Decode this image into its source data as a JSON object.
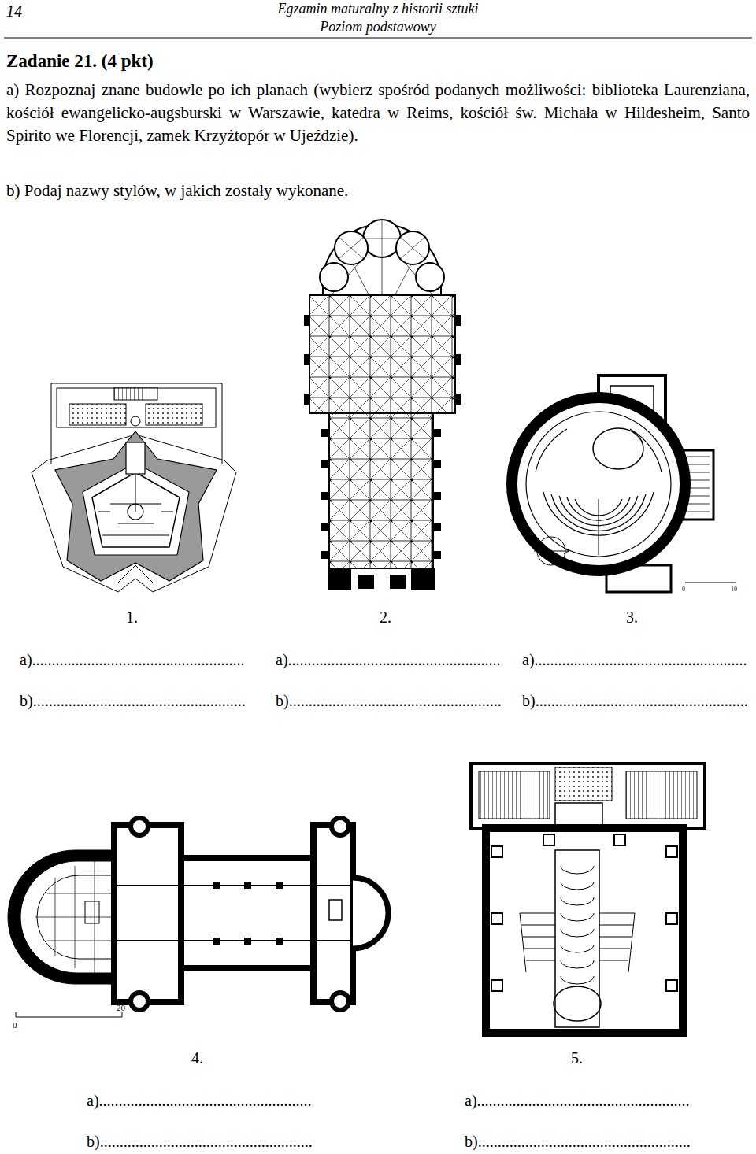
{
  "diagram": {
    "title": "Zadanie 21. (4 pkt)",
    "labels": [
      "14",
      "Egzamin maturalny z historii sztuki",
      "Poziom podstawowy",
      "a) Rozpoznaj znane budowle po ich planach (wybierz spośród podanych możliwości: biblioteka Laurenziana, kościół ewangelicko-augsburski w Warszawie, katedra w Reims, kościół św. Michała w Hildesheim, Santo Spirito we Florencji, zamek Krzyżtopór w Ujeździe).",
      "b) Podaj nazwy stylów, w jakich zostały wykonane.",
      "1.",
      "2.",
      "3.",
      "a)......................................................",
      "a)......................................................",
      "a)......................................................",
      "b)......................................................",
      "b)......................................................",
      "b)......................................................",
      "0",
      "20",
      "4.",
      "5.",
      "a)......................................................",
      "a)......................................................",
      "b)......................................................",
      "b)......................................................",
      "0",
      "10"
    ]
  }
}
